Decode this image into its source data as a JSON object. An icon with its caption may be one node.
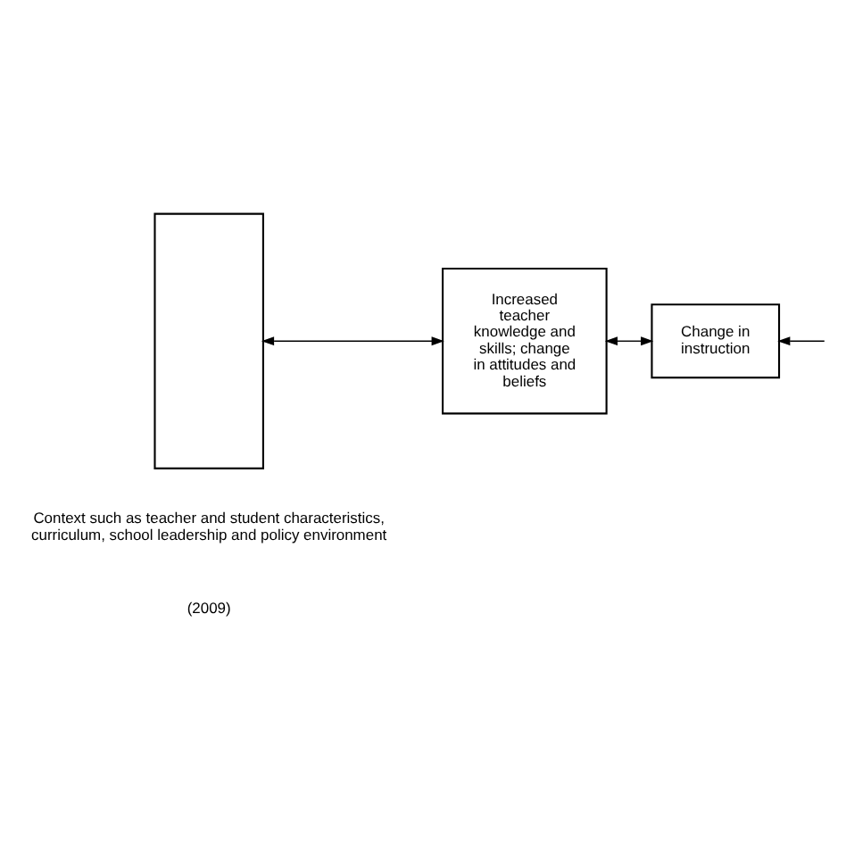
{
  "diagram": {
    "nodes": [
      {
        "text": [],
        "shape": "box"
      },
      {
        "text": [
          "Increased teacher knowledge and skills; change in attitudes and beliefs"
        ]
      },
      {
        "text": [
          "Change in instruction"
        ]
      }
    ],
    "edges": [
      {
        "from": 0,
        "to": 1,
        "arrow": "both"
      },
      {
        "from": 1,
        "to": 2,
        "arrow": "both"
      },
      {
        "from": null,
        "to": 2,
        "arrow": "to"
      }
    ],
    "labels": [
      "Context such as teacher and student characteristics, curriculum, school leadership and policy environment",
      "(2009)"
    ]
  }
}
